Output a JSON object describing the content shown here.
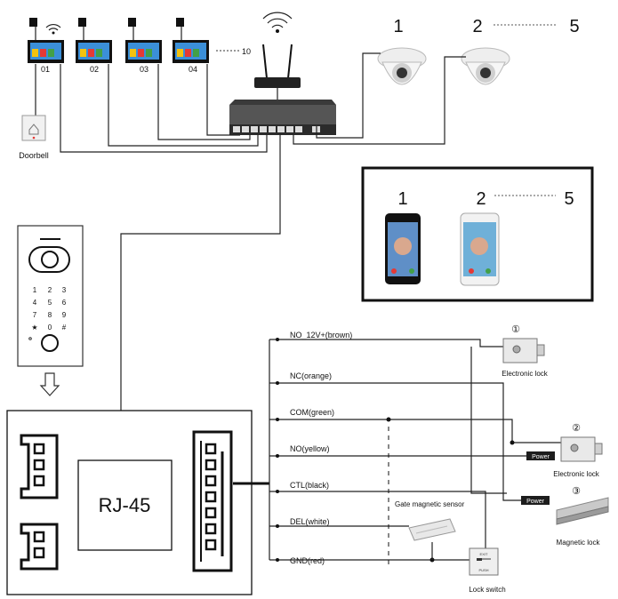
{
  "monitors": {
    "labels": [
      "01",
      "02",
      "03",
      "04"
    ],
    "more": "10"
  },
  "doorbell": {
    "label": "Doorbell"
  },
  "cameras": {
    "first": "1",
    "second": "2",
    "last": "5"
  },
  "phones": {
    "first": "1",
    "second": "2",
    "last": "5"
  },
  "keypad": {
    "keys": [
      "1",
      "2",
      "3",
      "4",
      "5",
      "6",
      "7",
      "8",
      "9",
      "★",
      "0",
      "#"
    ]
  },
  "controller": {
    "rj45_label": "RJ-45"
  },
  "wires": [
    {
      "label": "NO_12V+(brown)"
    },
    {
      "label": "NC(orange)"
    },
    {
      "label": "COM(green)"
    },
    {
      "label": "NO(yellow)"
    },
    {
      "label": "CTL(black)"
    },
    {
      "label": "DEL(white)"
    },
    {
      "label": "GND(red)"
    }
  ],
  "devices": {
    "lock1": {
      "num": "①",
      "label": "Electronic lock"
    },
    "lock2": {
      "num": "②",
      "label": "Electronic lock"
    },
    "maglock": {
      "num": "③",
      "label": "Magnetic lock"
    },
    "power1": "Power",
    "power2": "Power",
    "sensor": "Gate magnetic sensor",
    "switch": "Lock switch",
    "switch_face_top": "EXIT",
    "switch_face_bottom": "PUSH"
  }
}
